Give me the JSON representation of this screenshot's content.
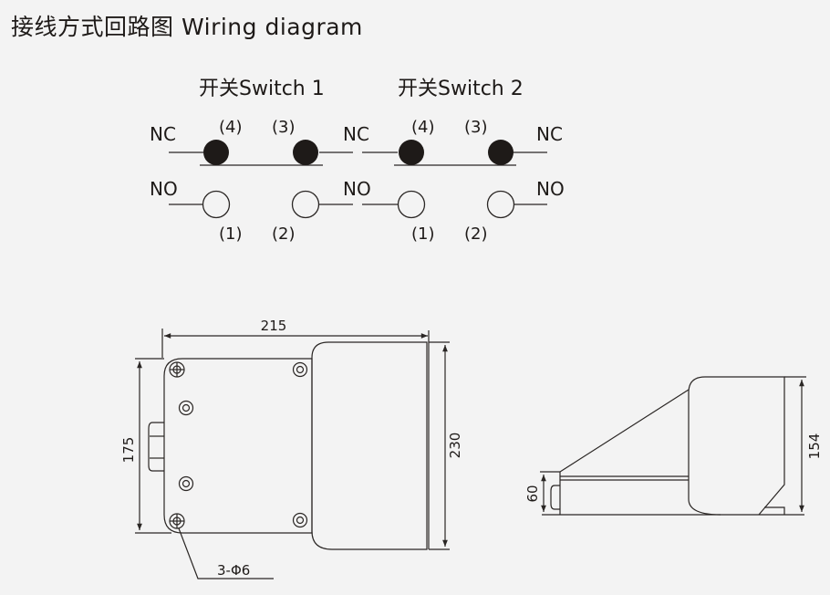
{
  "title": "接线方式回路图 Wiring diagram",
  "switches": [
    {
      "label": "开关Switch 1",
      "nc_left": "NC",
      "nc_right": "NC",
      "no_left": "NO",
      "no_right": "NO",
      "terminals": {
        "top_left": "(4)",
        "top_right": "(3)",
        "bottom_left": "(1)",
        "bottom_right": "(2)"
      }
    },
    {
      "label": "开关Switch 2",
      "nc_left": "NC",
      "nc_right": "NC",
      "no_left": "NO",
      "no_right": "NO",
      "terminals": {
        "top_left": "(4)",
        "top_right": "(3)",
        "bottom_left": "(1)",
        "bottom_right": "(2)"
      }
    }
  ],
  "dimensions": {
    "width": "215",
    "height_base": "175",
    "height_total": "230",
    "hole_spec": "3-Φ6",
    "side_base_height": "60",
    "side_total_height": "154"
  },
  "colors": {
    "line": "#2a2624",
    "background": "#f3f3f3",
    "contact_fill": "#1e1a18"
  }
}
